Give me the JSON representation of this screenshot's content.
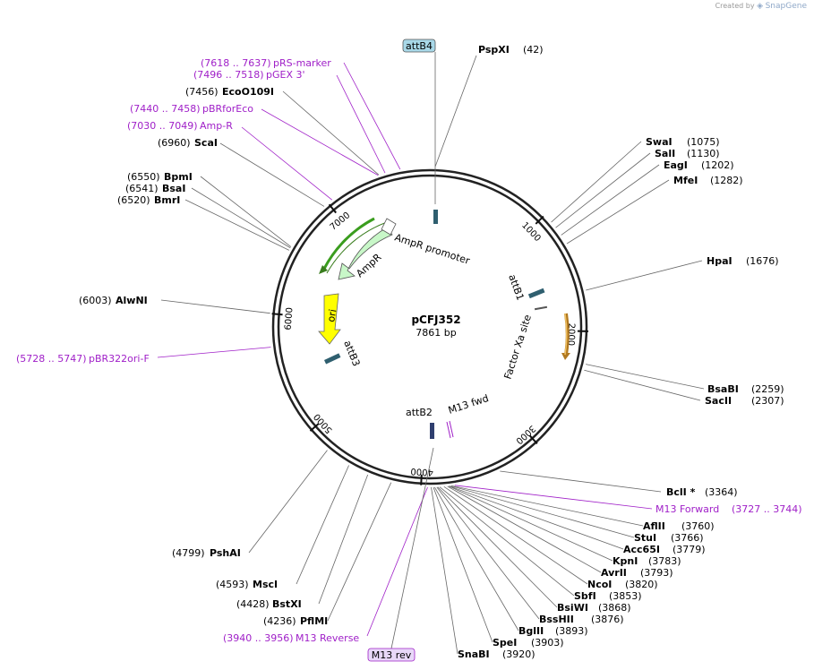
{
  "credit": {
    "text": "Created by",
    "brand": "SnapGene"
  },
  "plasmid": {
    "name": "pCFJ352",
    "length": "7861 bp",
    "total_bp": 7861
  },
  "ruler_ticks": [
    "1000",
    "2000",
    "3000",
    "4000",
    "5000",
    "6000",
    "7000"
  ],
  "features": {
    "ampr_promoter": "AmpR promoter",
    "ampr": "AmpR",
    "ori": "ori",
    "attB1": "attB1",
    "attB2": "attB2",
    "attB3": "attB3",
    "factor_xa": "Factor Xa site",
    "m13_fwd": "M13 fwd",
    "attB4_box": "attB4",
    "m13_rev_box": "M13 rev"
  },
  "enzymes": [
    {
      "name": "PspXI",
      "pos": "(42)",
      "bp": 42
    },
    {
      "name": "SwaI",
      "pos": "(1075)",
      "bp": 1075
    },
    {
      "name": "SalI",
      "pos": "(1130)",
      "bp": 1130
    },
    {
      "name": "EagI",
      "pos": "(1202)",
      "bp": 1202
    },
    {
      "name": "MfeI",
      "pos": "(1282)",
      "bp": 1282
    },
    {
      "name": "HpaI",
      "pos": "(1676)",
      "bp": 1676
    },
    {
      "name": "BsaBI",
      "pos": "(2259)",
      "bp": 2259
    },
    {
      "name": "SacII",
      "pos": "(2307)",
      "bp": 2307
    },
    {
      "name": "BclI *",
      "pos": "(3364)",
      "bp": 3364
    },
    {
      "name": "AflII",
      "pos": "(3760)",
      "bp": 3760
    },
    {
      "name": "StuI",
      "pos": "(3766)",
      "bp": 3766
    },
    {
      "name": "Acc65I",
      "pos": "(3779)",
      "bp": 3779
    },
    {
      "name": "KpnI",
      "pos": "(3783)",
      "bp": 3783
    },
    {
      "name": "AvrII",
      "pos": "(3793)",
      "bp": 3793
    },
    {
      "name": "NcoI",
      "pos": "(3820)",
      "bp": 3820
    },
    {
      "name": "SbfI",
      "pos": "(3853)",
      "bp": 3853
    },
    {
      "name": "BsiWI",
      "pos": "(3868)",
      "bp": 3868
    },
    {
      "name": "BssHII",
      "pos": "(3876)",
      "bp": 3876
    },
    {
      "name": "BglII",
      "pos": "(3893)",
      "bp": 3893
    },
    {
      "name": "SpeI",
      "pos": "(3903)",
      "bp": 3903
    },
    {
      "name": "SnaBI",
      "pos": "(3920)",
      "bp": 3920
    },
    {
      "name": "PflMI",
      "pos": "(4236)",
      "bp": 4236
    },
    {
      "name": "BstXI",
      "pos": "(4428)",
      "bp": 4428
    },
    {
      "name": "MscI",
      "pos": "(4593)",
      "bp": 4593
    },
    {
      "name": "PshAI",
      "pos": "(4799)",
      "bp": 4799
    },
    {
      "name": "AlwNI",
      "pos": "(6003)",
      "bp": 6003
    },
    {
      "name": "BmrI",
      "pos": "(6520)",
      "bp": 6520
    },
    {
      "name": "BsaI",
      "pos": "(6541)",
      "bp": 6541
    },
    {
      "name": "BpmI",
      "pos": "(6550)",
      "bp": 6550
    },
    {
      "name": "ScaI",
      "pos": "(6960)",
      "bp": 6960
    },
    {
      "name": "EcoO109I",
      "pos": "(7456)",
      "bp": 7456
    }
  ],
  "primers": [
    {
      "name": "M13 Forward",
      "range": "(3727 .. 3744)",
      "bp": 3735
    },
    {
      "name": "M13 Reverse",
      "range": "(3940 .. 3956)",
      "bp": 3948
    },
    {
      "name": "pBR322ori-F",
      "range": "(5728 .. 5747)",
      "bp": 5737
    },
    {
      "name": "Amp-R",
      "range": "(7030 .. 7049)",
      "bp": 7040
    },
    {
      "name": "pBRforEco",
      "range": "(7440 .. 7458)",
      "bp": 7449
    },
    {
      "name": "pGEX 3'",
      "range": "(7496 .. 7518)",
      "bp": 7507
    },
    {
      "name": "pRS-marker",
      "range": "(7618 .. 7637)",
      "bp": 7628
    }
  ]
}
